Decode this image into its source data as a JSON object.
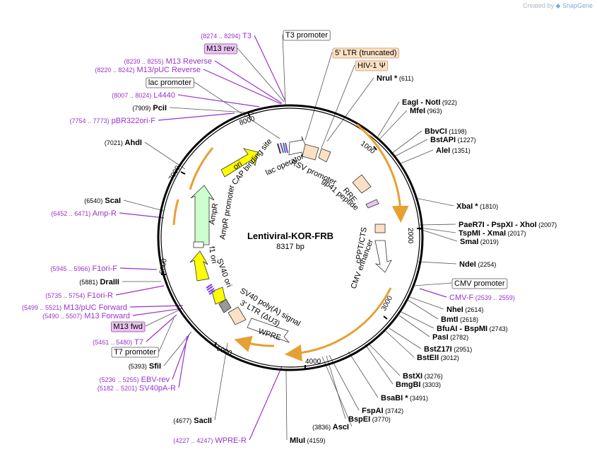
{
  "credit": {
    "prefix": "Created by",
    "brand": "SnapGene"
  },
  "plasmid": {
    "name": "Lentiviral-KOR-FRB",
    "size": "8317 bp"
  },
  "colors": {
    "backbone": "#000000",
    "primer": "#9933cc",
    "leader": "#555555",
    "arrow_fill": "#ffff00",
    "amp_fill": "#ccffcc",
    "orange_arc": "#f0a030",
    "box_fill": "#fde0c4",
    "highlight_fill": "#e8c6f0"
  },
  "ticks": [
    "1000",
    "2000",
    "3000",
    "4000",
    "5000",
    "6000",
    "7000",
    "8000"
  ],
  "labels": [
    {
      "id": "t3",
      "kind": "primer",
      "range": "(8274 .. 8294)",
      "name": "T3"
    },
    {
      "id": "t3-promoter",
      "kind": "boxed",
      "name": "T3 promoter"
    },
    {
      "id": "m13-rev",
      "kind": "highlight",
      "name": "M13 rev"
    },
    {
      "id": "5-ltr",
      "kind": "feature",
      "name": "5' LTR (truncated)"
    },
    {
      "id": "hiv-psi",
      "kind": "feature",
      "name": "HIV-1 Ψ"
    },
    {
      "id": "m13-reverse",
      "kind": "primer",
      "range": "(8239 .. 8255)",
      "name": "M13 Reverse"
    },
    {
      "id": "m13-puc-reverse",
      "kind": "primer",
      "range": "(8220 .. 8242)",
      "name": "M13/pUC Reverse"
    },
    {
      "id": "nrui",
      "kind": "enzyme",
      "name": "NruI *",
      "pos": "(611)"
    },
    {
      "id": "lac-promoter",
      "kind": "boxed",
      "name": "lac promoter"
    },
    {
      "id": "l4440",
      "kind": "primer",
      "range": "(8007 .. 8024)",
      "name": "L4440"
    },
    {
      "id": "pcii",
      "kind": "enzyme",
      "pos": "(7909)",
      "name": "PciI"
    },
    {
      "id": "eagi",
      "kind": "enzyme",
      "name": "EagI  - NotI",
      "pos": "(922)"
    },
    {
      "id": "mfei",
      "kind": "enzyme",
      "name": "MfeI",
      "pos": "(963)"
    },
    {
      "id": "pbr322",
      "kind": "primer",
      "range": "(7754 .. 7773)",
      "name": "pBR322ori-F"
    },
    {
      "id": "bbvci",
      "kind": "enzyme",
      "name": "BbvCI",
      "pos": "(1198)"
    },
    {
      "id": "ahdi",
      "kind": "enzyme",
      "pos": "(7021)",
      "name": "AhdI"
    },
    {
      "id": "bstapi",
      "kind": "enzyme",
      "name": "BstAPI",
      "pos": "(1227)"
    },
    {
      "id": "alei",
      "kind": "enzyme",
      "name": "AleI",
      "pos": "(1351)"
    },
    {
      "id": "scai",
      "kind": "enzyme",
      "pos": "(6540)",
      "name": "ScaI"
    },
    {
      "id": "xbai",
      "kind": "enzyme",
      "name": "XbaI *",
      "pos": "(1810)"
    },
    {
      "id": "amp-r",
      "kind": "primer",
      "range": "(6452 .. 6471)",
      "name": "Amp-R"
    },
    {
      "id": "paer7i",
      "kind": "enzyme",
      "name": "PaeR7I  - PspXI  - XhoI",
      "pos": "(2007)"
    },
    {
      "id": "tspmi",
      "kind": "enzyme",
      "name": "TspMI  - XmaI",
      "pos": "(2017)"
    },
    {
      "id": "smai",
      "kind": "enzyme",
      "name": "SmaI",
      "pos": "(2019)"
    },
    {
      "id": "ndei",
      "kind": "enzyme",
      "name": "NdeI",
      "pos": "(2254)"
    },
    {
      "id": "f1ori-f",
      "kind": "primer",
      "range": "(5945 .. 5966)",
      "name": "F1ori-F"
    },
    {
      "id": "draiii",
      "kind": "enzyme",
      "pos": "(5881)",
      "name": "DraIII"
    },
    {
      "id": "cmv-promoter",
      "kind": "boxed",
      "name": "CMV promoter"
    },
    {
      "id": "f1ori-r",
      "kind": "primer",
      "range": "(5735 .. 5754)",
      "name": "F1ori-R"
    },
    {
      "id": "cmv-f",
      "kind": "primer",
      "name": "CMV-F",
      "range": "(2539 .. 2559)"
    },
    {
      "id": "m13-puc-forward",
      "kind": "primer",
      "range": "(5499 .. 5521)",
      "name": "M13/pUC Forward"
    },
    {
      "id": "nhei",
      "kind": "enzyme",
      "name": "NheI",
      "pos": "(2614)"
    },
    {
      "id": "m13-forward",
      "kind": "primer",
      "range": "(5490 .. 5507)",
      "name": "M13 Forward"
    },
    {
      "id": "bmti",
      "kind": "enzyme",
      "name": "BmtI",
      "pos": "(2618)"
    },
    {
      "id": "bfuai",
      "kind": "enzyme",
      "name": "BfuAI  - BspMI",
      "pos": "(2743)"
    },
    {
      "id": "m13-fwd",
      "kind": "highlight",
      "name": "M13 fwd"
    },
    {
      "id": "pasi",
      "kind": "enzyme",
      "name": "PasI",
      "pos": "(2782)"
    },
    {
      "id": "t7",
      "kind": "primer",
      "range": "(5461 .. 5480)",
      "name": "T7"
    },
    {
      "id": "bstz17i",
      "kind": "enzyme",
      "name": "BstZ17I",
      "pos": "(2951)"
    },
    {
      "id": "t7-promoter",
      "kind": "boxed",
      "name": "T7 promoter"
    },
    {
      "id": "bsteii",
      "kind": "enzyme",
      "name": "BstEII",
      "pos": "(3012)"
    },
    {
      "id": "sfii",
      "kind": "enzyme",
      "pos": "(5393)",
      "name": "SfiI"
    },
    {
      "id": "bstxi",
      "kind": "enzyme",
      "name": "BstXI",
      "pos": "(3276)"
    },
    {
      "id": "ebv-rev",
      "kind": "primer",
      "range": "(5236 .. 5255)",
      "name": "EBV-rev"
    },
    {
      "id": "bmgbi",
      "kind": "enzyme",
      "name": "BmgBI",
      "pos": "(3303)"
    },
    {
      "id": "sv40pa-r",
      "kind": "primer",
      "range": "(5182 .. 5201)",
      "name": "SV40pA-R"
    },
    {
      "id": "bsabi",
      "kind": "enzyme",
      "name": "BsaBI *",
      "pos": "(3491)"
    },
    {
      "id": "fspai",
      "kind": "enzyme",
      "name": "FspAI",
      "pos": "(3742)"
    },
    {
      "id": "bspei",
      "kind": "enzyme",
      "name": "BspEI",
      "pos": "(3770)"
    },
    {
      "id": "asci",
      "kind": "enzyme",
      "name": "AscI",
      "pos": "(3836)"
    },
    {
      "id": "sacii",
      "kind": "enzyme",
      "pos": "(4677)",
      "name": "SacII"
    },
    {
      "id": "mlui",
      "kind": "enzyme",
      "name": "MluI",
      "pos": "(4159)"
    },
    {
      "id": "wpre-r",
      "kind": "primer",
      "range": "(4227 .. 4247)",
      "name": "WPRE-R"
    }
  ],
  "inner_features": [
    {
      "id": "cap",
      "name": "CAP binding site"
    },
    {
      "id": "lac-op",
      "name": "lac operator"
    },
    {
      "id": "rsv",
      "name": "RSV promoter"
    },
    {
      "id": "rre",
      "name": "RRE"
    },
    {
      "id": "gp41",
      "name": "gp41 peptide"
    },
    {
      "id": "cppt",
      "name": "cPPT/CTS"
    },
    {
      "id": "cmv-enh",
      "name": "CMV enhancer"
    },
    {
      "id": "wpre",
      "name": "WPRE"
    },
    {
      "id": "ltr3",
      "name": "3' LTR (ΔU3)"
    },
    {
      "id": "sv40pa",
      "name": "SV40 poly(A) signal"
    },
    {
      "id": "sv40ori",
      "name": "SV40 ori"
    },
    {
      "id": "f1ori",
      "name": "f1 ori"
    },
    {
      "id": "ampr-prom",
      "name": "AmpR promoter"
    },
    {
      "id": "ampr",
      "name": "AmpR"
    },
    {
      "id": "ori",
      "name": "ori"
    }
  ]
}
